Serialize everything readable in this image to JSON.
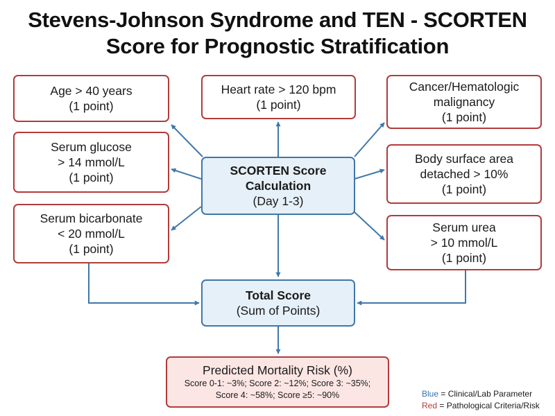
{
  "title": {
    "line1": "Stevens-Johnson Syndrome and TEN - SCORTEN",
    "line2": "Score for Prognostic Stratification"
  },
  "criteria": {
    "age": [
      "Age > 40 years",
      "(1 point)"
    ],
    "heart_rate": [
      "Heart rate > 120 bpm",
      "(1 point)"
    ],
    "cancer": [
      "Cancer/Hematologic",
      "malignancy",
      "(1 point)"
    ],
    "glucose": [
      "Serum glucose",
      "> 14 mmol/L",
      "(1 point)"
    ],
    "bsa": [
      "Body surface area",
      "detached > 10%",
      "(1 point)"
    ],
    "bicarbonate": [
      "Serum bicarbonate",
      "< 20 mmol/L",
      "(1 point)"
    ],
    "urea": [
      "Serum urea",
      "> 10 mmol/L",
      "(1 point)"
    ]
  },
  "center": {
    "line1": "SCORTEN Score",
    "line2": "Calculation",
    "line3": "(Day 1-3)"
  },
  "total": {
    "line1": "Total Score",
    "line2": "(Sum of Points)"
  },
  "mortality": {
    "heading": "Predicted Mortality Risk (%)",
    "line1": "Score 0-1: ~3%; Score 2: ~12%; Score 3: ~35%;",
    "line2": "Score 4: ~58%; Score ≥5: ~90%"
  },
  "legend": {
    "blue_word": "Blue",
    "blue_desc": " = Clinical/Lab Parameter",
    "red_word": "Red",
    "red_desc": " = Pathological Criteria/Risk"
  },
  "colors": {
    "blue": "#3f77a8",
    "red": "#b23b3b",
    "blue_fill": "#e6f0f9",
    "red_fill": "#fbe6e4"
  }
}
